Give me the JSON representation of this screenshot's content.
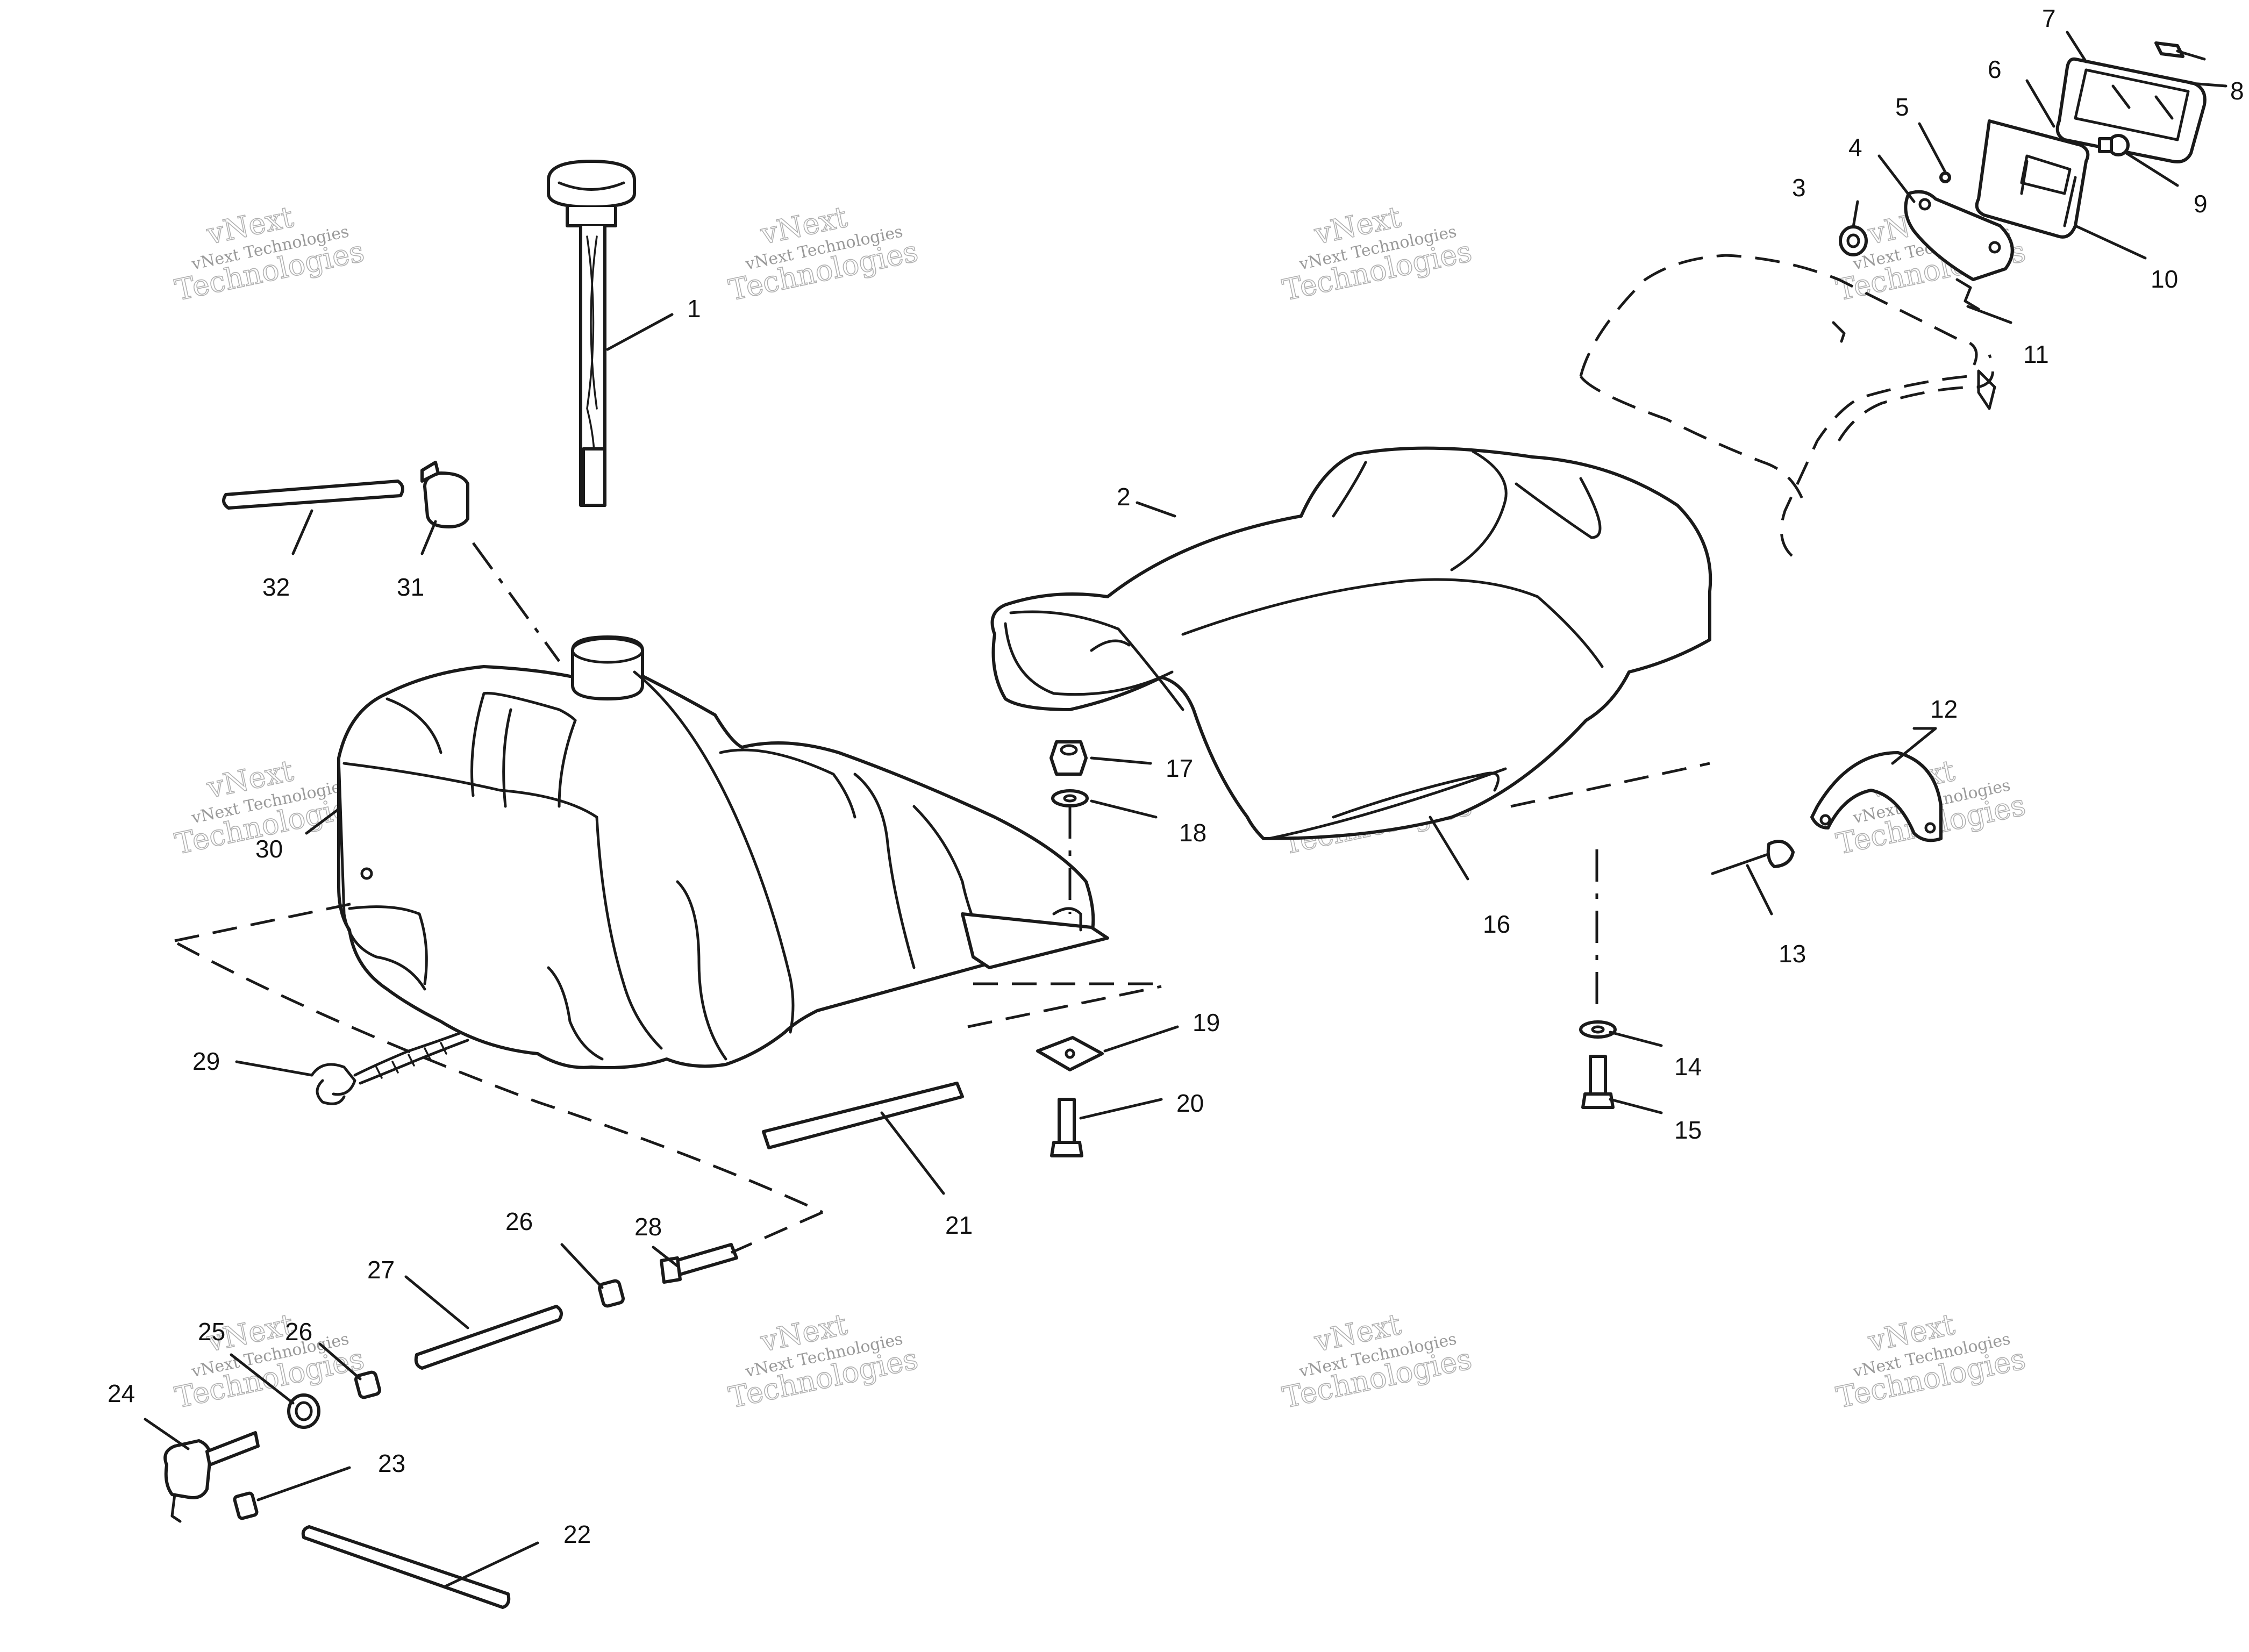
{
  "diagram": {
    "watermark": {
      "line1": "vNext Technologies",
      "line2": "vNext",
      "line3": "Technologies"
    },
    "callouts": [
      "1",
      "2",
      "3",
      "4",
      "5",
      "6",
      "7",
      "8",
      "9",
      "10",
      "11",
      "12",
      "13",
      "14",
      "15",
      "16",
      "17",
      "18",
      "19",
      "20",
      "21",
      "22",
      "23",
      "24",
      "25",
      "26",
      "27",
      "28",
      "29",
      "30",
      "31",
      "32",
      "26"
    ]
  }
}
